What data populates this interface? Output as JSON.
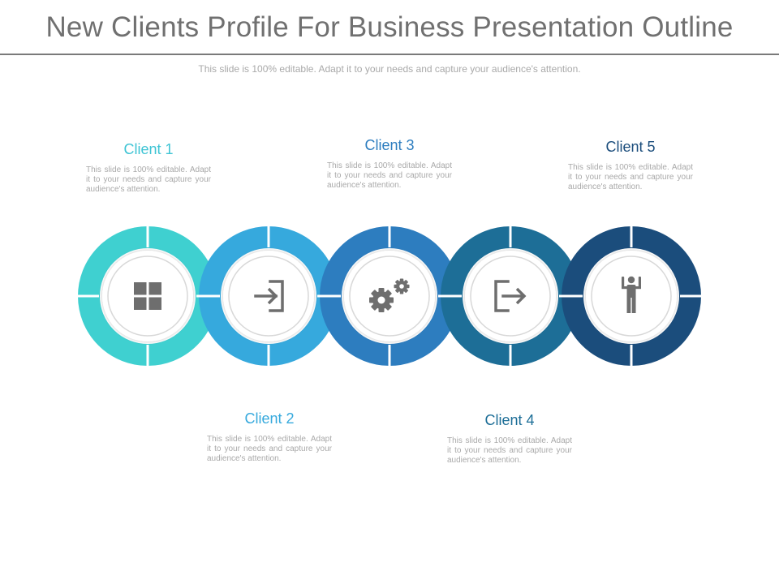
{
  "slide": {
    "title": "New Clients Profile For Business Presentation Outline",
    "subtitle": "This slide is 100% editable. Adapt it to your needs and capture your audience's attention."
  },
  "clients": [
    {
      "name": "Client 1",
      "description": "This slide is 100% editable. Adapt it to your needs and capture your audience's attention.",
      "icon": "grid-icon",
      "color": "#3fd0d0"
    },
    {
      "name": "Client 2",
      "description": "This slide is 100% editable. Adapt it to your needs and capture your audience's attention.",
      "icon": "sign-in-icon",
      "color": "#36a9dd"
    },
    {
      "name": "Client 3",
      "description": "This slide is 100% editable. Adapt it to your needs and capture your audience's attention.",
      "icon": "gears-icon",
      "color": "#2d7dbf"
    },
    {
      "name": "Client 4",
      "description": "This slide is 100% editable. Adapt it to your needs and capture your audience's attention.",
      "icon": "sign-out-icon",
      "color": "#1d6e97"
    },
    {
      "name": "Client 5",
      "description": "This slide is 100% editable. Adapt it to your needs and capture your audience's attention.",
      "icon": "person-arms-raised-icon",
      "color": "#1b4d7c"
    }
  ],
  "icon_color": "#6e6e6e"
}
